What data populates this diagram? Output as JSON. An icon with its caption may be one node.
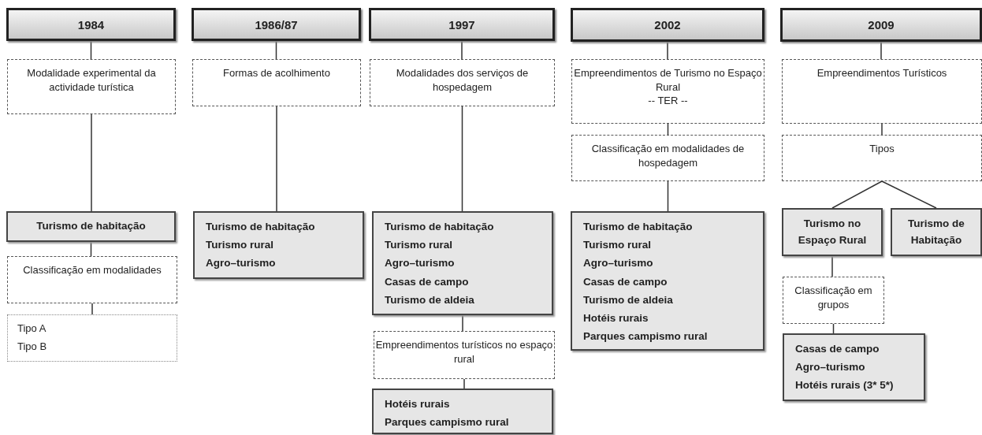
{
  "diagram": {
    "nodes": [
      {
        "text": [
          "1984"
        ]
      },
      {
        "text": [
          "Modalidade experimental da actividade turística"
        ]
      },
      {
        "text": [
          "Turismo de habitação"
        ]
      },
      {
        "text": [
          "Classificação em modalidades"
        ]
      },
      {
        "text": [
          "Tipo A",
          "Tipo B"
        ]
      },
      {
        "text": [
          "1986/87"
        ]
      },
      {
        "text": [
          "Formas de acolhimento"
        ]
      },
      {
        "text": [
          "Turismo de habitação",
          "Turismo rural",
          "Agro–turismo"
        ]
      },
      {
        "text": [
          "1997"
        ]
      },
      {
        "text": [
          "Modalidades dos serviços de hospedagem"
        ]
      },
      {
        "text": [
          "Turismo de habitação",
          "Turismo rural",
          "Agro–turismo",
          "Casas de campo",
          "Turismo de aldeia"
        ]
      },
      {
        "text": [
          "Empreendimentos turísticos no espaço rural"
        ]
      },
      {
        "text": [
          "Hotéis rurais",
          "Parques campismo rural"
        ]
      },
      {
        "text": [
          "2002"
        ]
      },
      {
        "text": [
          "Empreendimentos de Turismo no Espaço Rural",
          "-- TER --"
        ]
      },
      {
        "text": [
          "Classificação em modalidades de hospedagem"
        ]
      },
      {
        "text": [
          "Turismo de habitação",
          "Turismo rural",
          "Agro–turismo",
          "Casas de campo",
          "Turismo de aldeia",
          "Hotéis rurais",
          "Parques campismo rural"
        ]
      },
      {
        "text": [
          "2009"
        ]
      },
      {
        "text": [
          "Empreendimentos Turísticos"
        ]
      },
      {
        "text": [
          "Tipos"
        ]
      },
      {
        "text": [
          "Turismo no Espaço Rural"
        ]
      },
      {
        "text": [
          "Turismo de Habitação"
        ]
      },
      {
        "text": [
          "Classificação em grupos"
        ]
      },
      {
        "text": [
          "Casas de campo",
          "Agro–turismo",
          "Hotéis rurais (3* 5*)"
        ]
      }
    ],
    "edges": [
      {
        "from": 0,
        "to": 1,
        "arrow": "none"
      },
      {
        "from": 1,
        "to": 2,
        "arrow": "none"
      },
      {
        "from": 2,
        "to": 3,
        "arrow": "none"
      },
      {
        "from": 3,
        "to": 4,
        "arrow": "none"
      },
      {
        "from": 5,
        "to": 6,
        "arrow": "none"
      },
      {
        "from": 6,
        "to": 7,
        "arrow": "none"
      },
      {
        "from": 8,
        "to": 9,
        "arrow": "none"
      },
      {
        "from": 9,
        "to": 10,
        "arrow": "none"
      },
      {
        "from": 10,
        "to": 11,
        "arrow": "none"
      },
      {
        "from": 11,
        "to": 12,
        "arrow": "none"
      },
      {
        "from": 13,
        "to": 14,
        "arrow": "none"
      },
      {
        "from": 14,
        "to": 15,
        "arrow": "none"
      },
      {
        "from": 15,
        "to": 16,
        "arrow": "none"
      },
      {
        "from": 17,
        "to": 18,
        "arrow": "none"
      },
      {
        "from": 18,
        "to": 19,
        "arrow": "none"
      },
      {
        "from": 19,
        "to": 20,
        "arrow": "none"
      },
      {
        "from": 19,
        "to": 21,
        "arrow": "none"
      },
      {
        "from": 20,
        "to": 22,
        "arrow": "none"
      },
      {
        "from": 22,
        "to": 23,
        "arrow": "none"
      }
    ]
  }
}
